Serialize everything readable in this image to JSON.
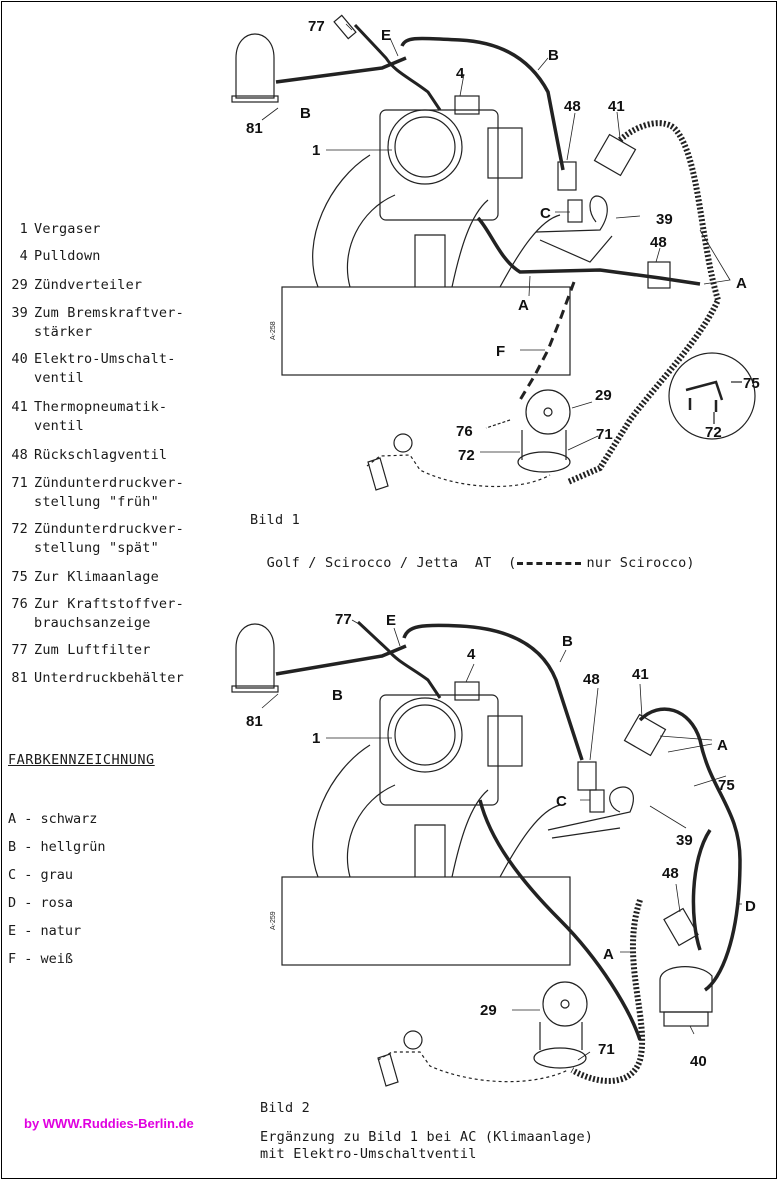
{
  "legend": [
    {
      "num": "1",
      "text": "Vergaser"
    },
    {
      "num": "4",
      "text": "Pulldown"
    },
    {
      "num": "29",
      "text": "Zündverteiler"
    },
    {
      "num": "39",
      "text": "Zum Bremskraftver-\nstärker"
    },
    {
      "num": "40",
      "text": "Elektro-Umschalt-\nventil"
    },
    {
      "num": "41",
      "text": "Thermopneumatik-\nventil"
    },
    {
      "num": "48",
      "text": "Rückschlagventil"
    },
    {
      "num": "71",
      "text": "Zündunterdruckver-\nstellung \"früh\""
    },
    {
      "num": "72",
      "text": "Zündunterdruckver-\nstellung \"spät\""
    },
    {
      "num": "75",
      "text": "Zur Klimaanlage"
    },
    {
      "num": "76",
      "text": "Zur Kraftstoffver-\nbrauchsanzeige"
    },
    {
      "num": "77",
      "text": "Zum Luftfilter"
    },
    {
      "num": "81",
      "text": "Unterdruckbehälter"
    }
  ],
  "color_key": {
    "heading": "FARBKENNZEICHNUNG",
    "items": [
      "A - schwarz",
      "B - hellgrün",
      "C - grau",
      "D - rosa",
      "E - natur",
      "F - weiß"
    ]
  },
  "figure1": {
    "title": "Bild 1",
    "caption": "Golf / Scirocco / Jetta  AT  (",
    "caption_suffix": "nur Scirocco)",
    "plate": "A-258",
    "labels": {
      "l77": "77",
      "lE": "E",
      "lB1": "B",
      "l4": "4",
      "l81": "81",
      "lB2": "B",
      "l48a": "48",
      "l41": "41",
      "l1": "1",
      "lC": "C",
      "l39": "39",
      "l48b": "48",
      "lA1": "A",
      "lA2": "A",
      "lF": "F",
      "l29": "29",
      "l75": "75",
      "l76": "76",
      "l71": "71",
      "l72a": "72",
      "l72b": "72"
    }
  },
  "figure2": {
    "title": "Bild 2",
    "caption_line1": "Ergänzung zu Bild 1 bei AC (Klimaanlage)",
    "caption_line2": "mit Elektro-Umschaltventil",
    "plate": "A-259",
    "labels": {
      "l77": "77",
      "lE": "E",
      "lB1": "B",
      "l4": "4",
      "l48a": "48",
      "l41": "41",
      "lA1": "A",
      "l81": "81",
      "lB2": "B",
      "l1": "1",
      "l75": "75",
      "lC": "C",
      "l39": "39",
      "l48b": "48",
      "lD": "D",
      "lA2": "A",
      "l29": "29",
      "l71": "71",
      "l40": "40"
    }
  },
  "credit": "by  WWW.Ruddies-Berlin.de",
  "colors": {
    "ink": "#1a1a1a",
    "credit": "#e000e0",
    "background": "#ffffff"
  }
}
